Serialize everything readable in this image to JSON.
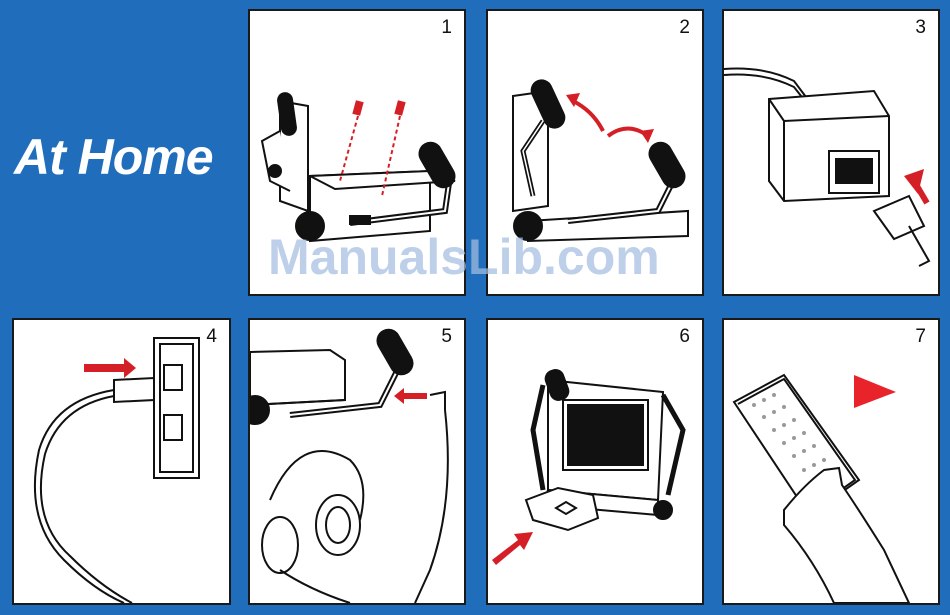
{
  "page": {
    "heading": "At Home",
    "watermark": "ManualsLib.com"
  },
  "steps": [
    {
      "number": "1",
      "illustration": "stand-screw-assembly"
    },
    {
      "number": "2",
      "illustration": "fold-handles"
    },
    {
      "number": "3",
      "illustration": "power-adapter-plug"
    },
    {
      "number": "4",
      "illustration": "wall-outlet-plug"
    },
    {
      "number": "5",
      "illustration": "headphone-jack"
    },
    {
      "number": "6",
      "illustration": "insert-disc"
    },
    {
      "number": "7",
      "illustration": "remote-control-play"
    }
  ],
  "colors": {
    "background": "#1f6dbb",
    "arrow": "#e8242a",
    "panel": "#ffffff",
    "ink": "#111111"
  }
}
